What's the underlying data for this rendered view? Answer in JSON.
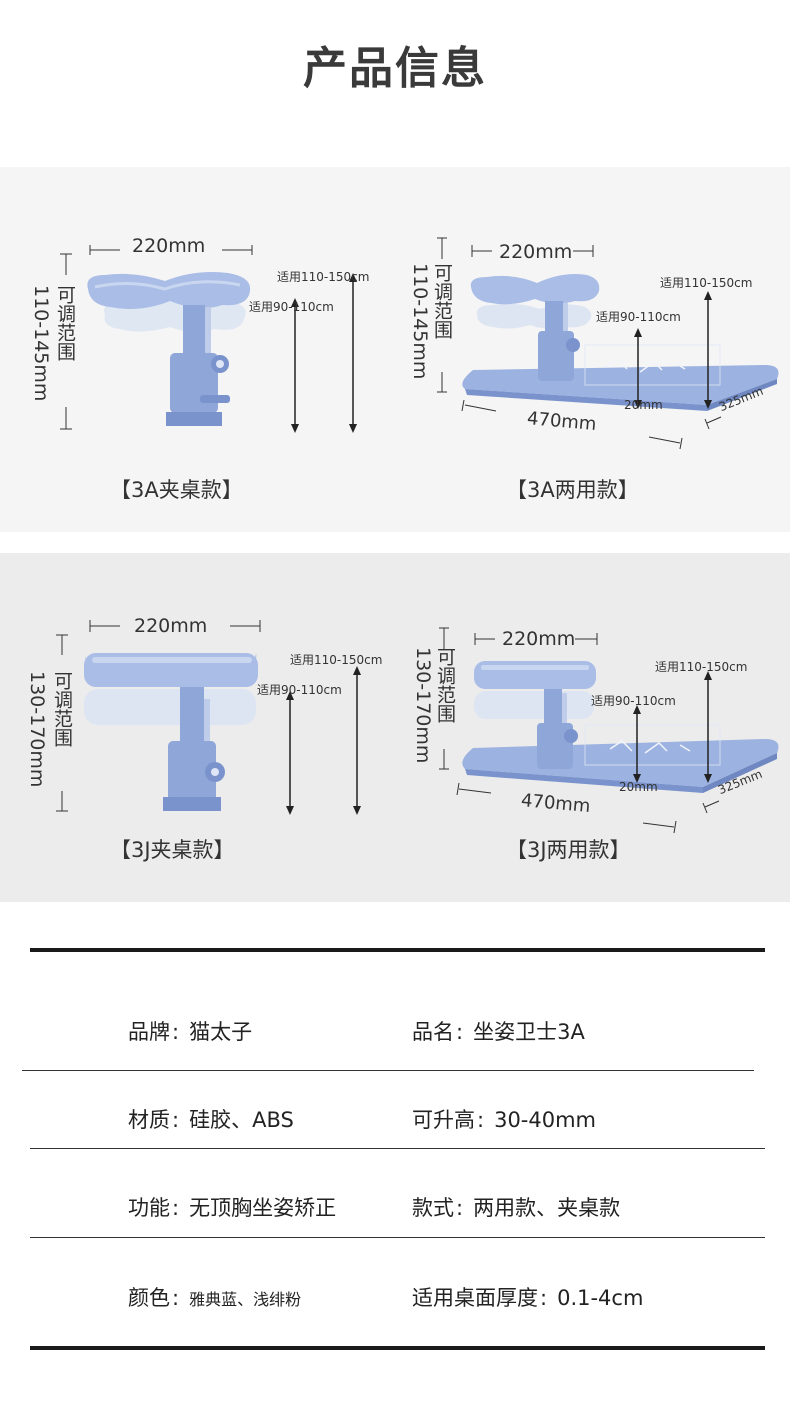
{
  "page": {
    "title": "产品信息"
  },
  "colors": {
    "product_blue": "#8fa6d8",
    "product_dark": "#7a93cd",
    "shadow_blue": "#c9d6f0",
    "panel_1": "#f5f5f5",
    "panel_2": "#ececec"
  },
  "products": [
    {
      "caption": "【3A夹桌款】",
      "width_label": "220mm",
      "adjust_label": "可调范围",
      "range_label": "110-145mm",
      "fit_high": "适用110-150cm",
      "fit_low": "适用90-110cm"
    },
    {
      "caption": "【3A两用款】",
      "width_label": "220mm",
      "adjust_label": "可调范围",
      "range_label": "110-145mm",
      "fit_high": "适用110-150cm",
      "fit_low": "适用90-110cm",
      "board_thickness": "20mm",
      "board_length": "470mm",
      "board_depth": "325mm"
    },
    {
      "caption": "【3J夹桌款】",
      "width_label": "220mm",
      "adjust_label": "可调范围",
      "range_label": "130-170mm",
      "fit_high": "适用110-150cm",
      "fit_low": "适用90-110cm"
    },
    {
      "caption": "【3J两用款】",
      "width_label": "220mm",
      "adjust_label": "可调范围",
      "range_label": "130-170mm",
      "fit_high": "适用110-150cm",
      "fit_low": "适用90-110cm",
      "board_thickness": "20mm",
      "board_length": "470mm",
      "board_depth": "325mm"
    }
  ],
  "specs": {
    "brand": {
      "label": "品牌",
      "value": "猫太子"
    },
    "name": {
      "label": "品名",
      "value": "坐姿卫士3A"
    },
    "material": {
      "label": "材质",
      "value": "硅胶、ABS"
    },
    "lift": {
      "label": "可升高",
      "value": "30-40mm"
    },
    "function": {
      "label": "功能",
      "value": "无顶胸坐姿矫正"
    },
    "style": {
      "label": "款式",
      "value": "两用款、夹桌款"
    },
    "color": {
      "label": "颜色",
      "value": "雅典蓝、浅绯粉"
    },
    "desk": {
      "label": "适用桌面厚度",
      "value": "0.1-4cm"
    }
  },
  "colon": ":"
}
